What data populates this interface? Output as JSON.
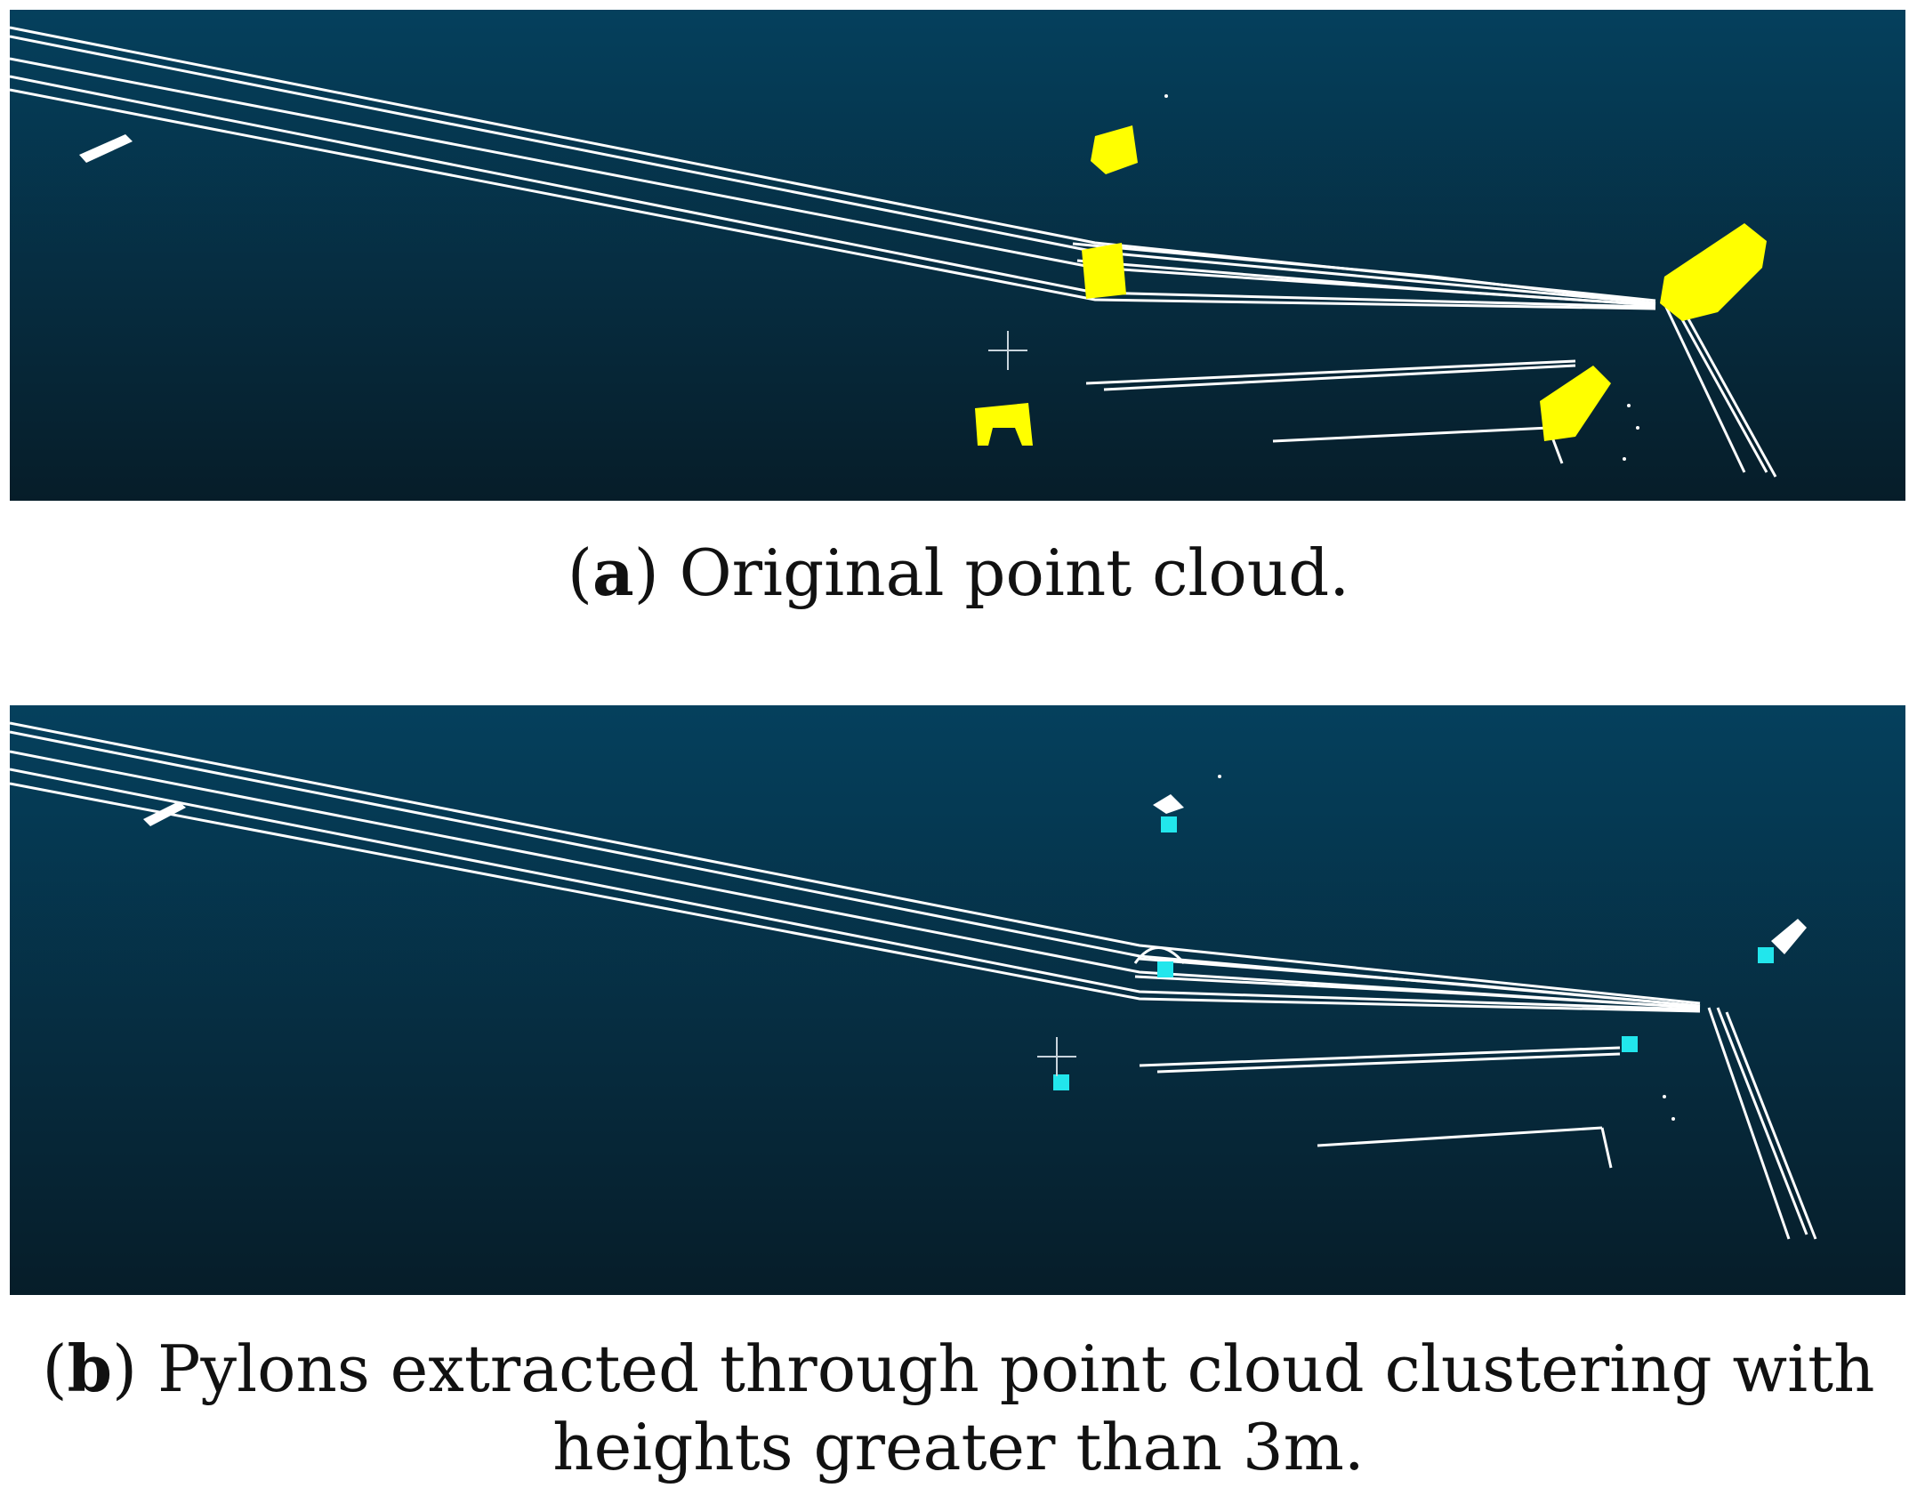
{
  "figure": {
    "panel_a": {
      "label": "a",
      "caption": "Original point cloud.",
      "colors": {
        "background_top": "#05405d",
        "background_bottom": "#061d29",
        "wire": "#ffffff",
        "pylon": "#ffff00"
      }
    },
    "panel_b": {
      "label": "b",
      "caption": "Pylons extracted through point cloud clustering with heights greater than 3m.",
      "colors": {
        "background_top": "#05405d",
        "background_bottom": "#061d29",
        "wire": "#ffffff",
        "pylon_marker": "#22e6ec"
      }
    }
  }
}
